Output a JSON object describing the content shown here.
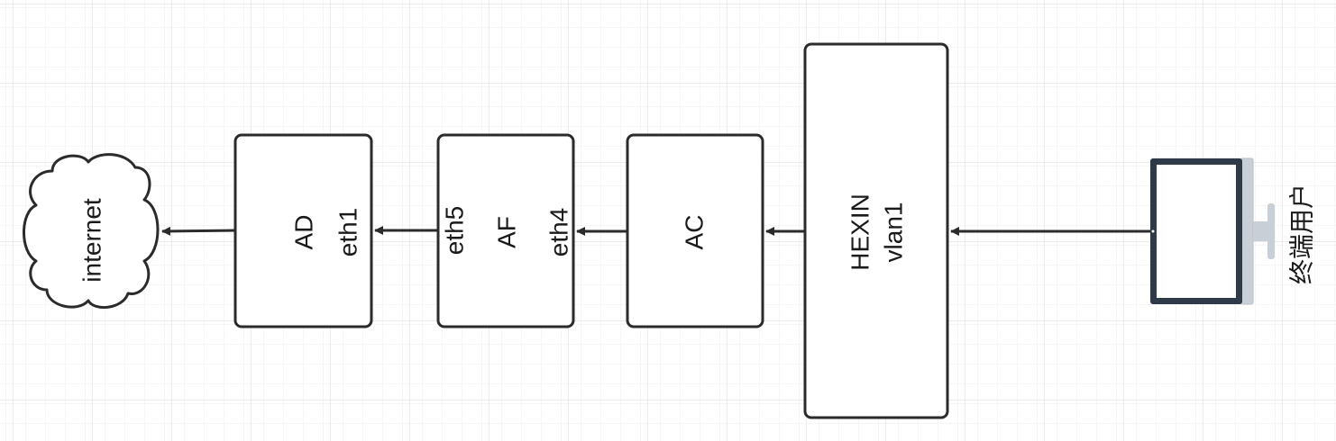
{
  "diagram": {
    "cloud": {
      "label": "internet"
    },
    "ad": {
      "title": "AD",
      "port": "eth1"
    },
    "af": {
      "port_left": "eth5",
      "title": "AF",
      "port_right": "eth4"
    },
    "ac": {
      "title": "AC"
    },
    "hexin": {
      "title": "HEXIN",
      "port": "vlan1"
    },
    "user": {
      "label": "终端用户",
      "icon": "monitor-icon"
    }
  }
}
